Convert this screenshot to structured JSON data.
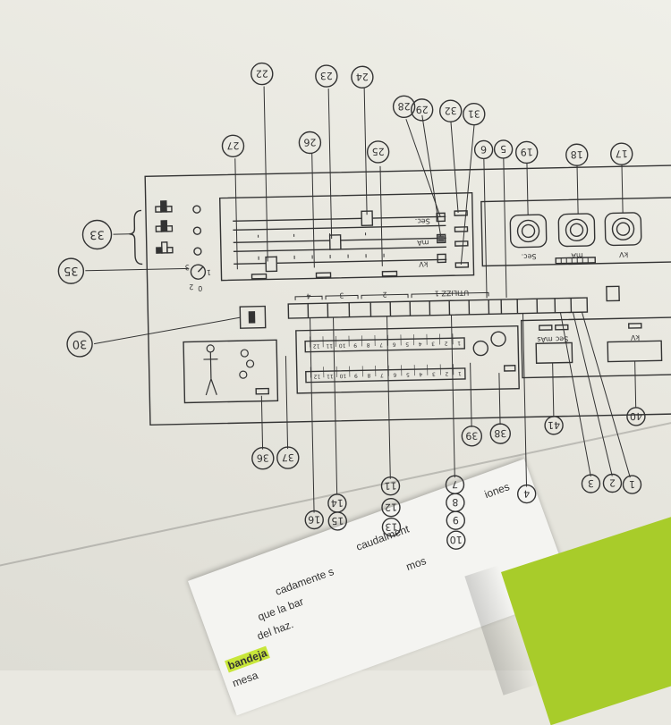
{
  "callouts": {
    "c1": "1",
    "c2": "2",
    "c3": "3",
    "c4": "4",
    "c7": "7",
    "c8": "8",
    "c9": "9",
    "c10": "10",
    "c11": "11",
    "c12": "12",
    "c13": "13",
    "c14": "14",
    "c15": "15",
    "c16": "16",
    "c17": "17",
    "c18": "18",
    "c19": "19",
    "c5": "5",
    "c6": "6",
    "c22": "22",
    "c23": "23",
    "c24": "24",
    "c25": "25",
    "c26": "26",
    "c27": "27",
    "c28": "28",
    "c29": "29",
    "c31": "31",
    "c32": "32",
    "c33": "33",
    "c35": "35",
    "c30": "30",
    "c36": "36",
    "c37": "37",
    "c38": "38",
    "c39": "39",
    "c40": "40",
    "c41": "41"
  },
  "panel_labels": {
    "utilizz": "UTILIZZ 1",
    "group2": "2",
    "group3": "3",
    "group4": "4",
    "kv_small": "kV",
    "ma_small": "mA",
    "sec_small": "Sec.",
    "kv_meter": "kV",
    "ma_meter": "mA",
    "sec_meter": "Sec.",
    "kv_display": "kV",
    "sec_display": "Sec",
    "mas_display": "mAs",
    "dial_1": "1",
    "dial_2": "2",
    "dial_3": "3",
    "dial_0": "0"
  },
  "keypad": {
    "row_a": [
      "1",
      "2",
      "3",
      "4",
      "5",
      "6",
      "7",
      "8",
      "9",
      "10",
      "11",
      "12"
    ],
    "row_b": [
      "1",
      "2",
      "3",
      "4",
      "5",
      "6",
      "7",
      "8",
      "9",
      "10",
      "11",
      "12"
    ]
  },
  "page_below": {
    "line1": "mesa",
    "line2": "bandeja",
    "line3": "del haz.",
    "line4": "que la bar",
    "line5": "cadamente s",
    "line6": "caudalment",
    "line7": "mos",
    "line8": "iones"
  },
  "colors": {
    "ink": "#333333",
    "highlight": "#c8e63a",
    "notebook": "#a8cc2a"
  }
}
